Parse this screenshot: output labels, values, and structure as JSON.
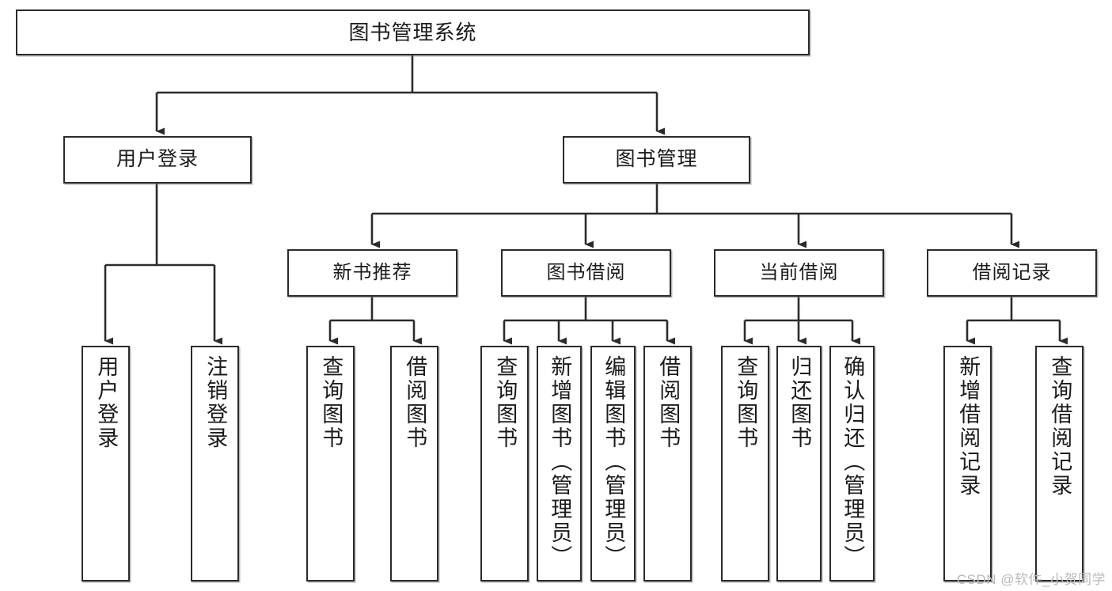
{
  "diagram": {
    "title": "图书管理系统",
    "type": "tree-hierarchy",
    "orientation": "top-down",
    "line_color": "#2b2b2b",
    "box_fill": "#ffffff",
    "text_color": "#1b1b1b"
  },
  "root": {
    "label": "图书管理系统"
  },
  "level1": [
    {
      "label": "用户登录"
    },
    {
      "label": "图书管理"
    }
  ],
  "level2": [
    {
      "label": "新书推荐"
    },
    {
      "label": "图书借阅"
    },
    {
      "label": "当前借阅"
    },
    {
      "label": "借阅记录"
    }
  ],
  "leaves": {
    "user_login": [
      {
        "label": "用户登录"
      },
      {
        "label": "注销登录"
      }
    ],
    "new_book_recommend": [
      {
        "label": "查询图书"
      },
      {
        "label": "借阅图书"
      }
    ],
    "book_borrow": [
      {
        "label": "查询图书"
      },
      {
        "label": "新增图书（管理员）"
      },
      {
        "label": "编辑图书（管理员）"
      },
      {
        "label": "借阅图书"
      }
    ],
    "current_borrow": [
      {
        "label": "查询图书"
      },
      {
        "label": "归还图书"
      },
      {
        "label": "确认归还（管理员）"
      }
    ],
    "borrow_records": [
      {
        "label": "新增借阅记录"
      },
      {
        "label": "查询借阅记录"
      }
    ]
  },
  "watermark": {
    "text": "CSDN @软件_小贺同学"
  }
}
